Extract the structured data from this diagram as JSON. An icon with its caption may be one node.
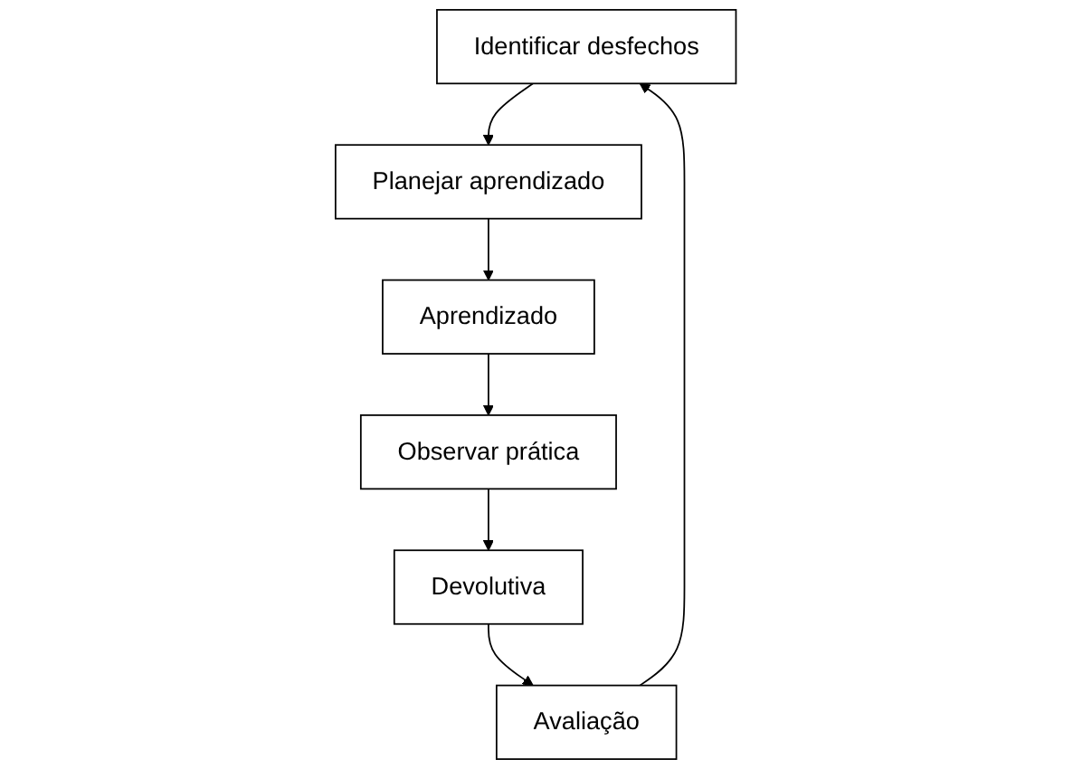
{
  "diagram": {
    "nodes": [
      {
        "text": [
          "Identificar desfechos"
        ]
      },
      {
        "text": [
          "Planejar aprendizado"
        ]
      },
      {
        "text": [
          "Aprendizado"
        ]
      },
      {
        "text": [
          "Observar prática"
        ]
      },
      {
        "text": [
          "Devolutiva"
        ]
      },
      {
        "text": [
          "Avaliação"
        ]
      }
    ],
    "edges": [
      {
        "from": 0,
        "to": 1,
        "arrow": "to"
      },
      {
        "from": 1,
        "to": 2,
        "arrow": "to"
      },
      {
        "from": 2,
        "to": 3,
        "arrow": "to"
      },
      {
        "from": 3,
        "to": 4,
        "arrow": "to"
      },
      {
        "from": 4,
        "to": 5,
        "arrow": "to"
      },
      {
        "from": 5,
        "to": 0,
        "arrow": "to"
      }
    ]
  }
}
